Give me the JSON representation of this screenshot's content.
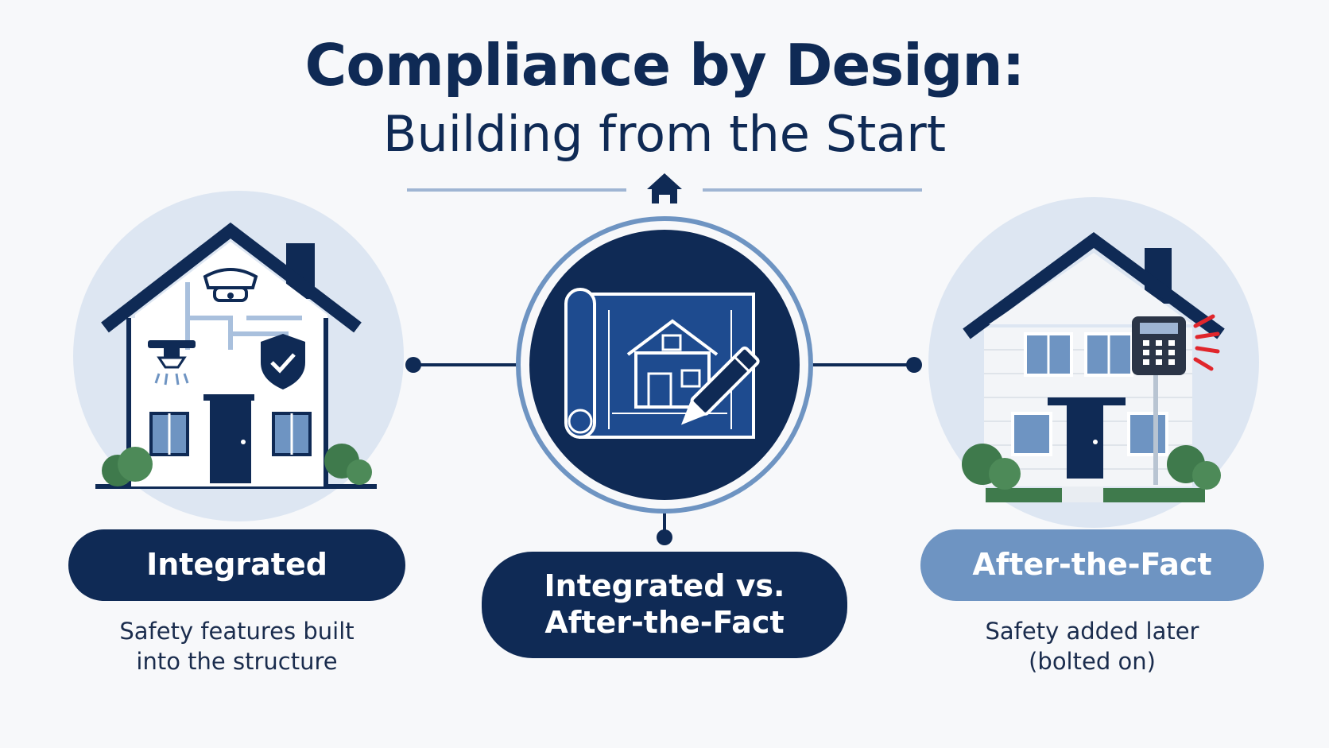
{
  "title": {
    "line1": "Compliance by Design:",
    "line2": "Building from the Start"
  },
  "left": {
    "label": "Integrated",
    "desc_line1": "Safety features built",
    "desc_line2": "into the structure"
  },
  "center": {
    "label_line1": "Integrated vs.",
    "label_line2": "After-the-Fact"
  },
  "right": {
    "label": "After-the-Fact",
    "desc_line1": "Safety added later",
    "desc_line2": "(bolted on)"
  },
  "colors": {
    "navy": "#0f2a55",
    "accent_blue": "#6e94c2",
    "circle_light": "#dde6f2",
    "green": "#3f7a4c",
    "alert_red": "#e0262c"
  },
  "icons": [
    "home-icon",
    "house-integrated-illustration",
    "blueprint-pencil-icon",
    "house-retrofit-illustration",
    "smoke-detector-icon",
    "sprinkler-icon",
    "shield-check-icon",
    "alarm-keypad-icon"
  ]
}
